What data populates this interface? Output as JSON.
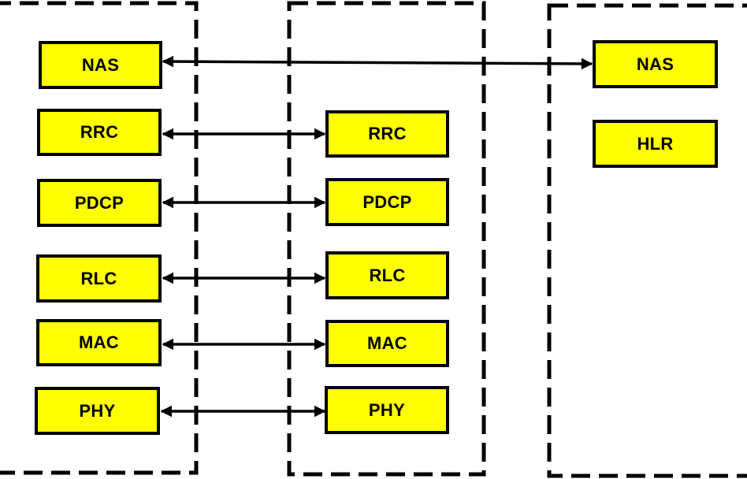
{
  "ue": {
    "layers": [
      "NAS",
      "RRC",
      "PDCP",
      "RLC",
      "MAC",
      "PHY"
    ]
  },
  "enb": {
    "layers": [
      "RRC",
      "PDCP",
      "RLC",
      "MAC",
      "PHY"
    ]
  },
  "core": {
    "layers": [
      "NAS",
      "HLR"
    ]
  },
  "colors": {
    "box_fill": "#ffff00",
    "border": "#000000",
    "arrow": "#000000"
  }
}
